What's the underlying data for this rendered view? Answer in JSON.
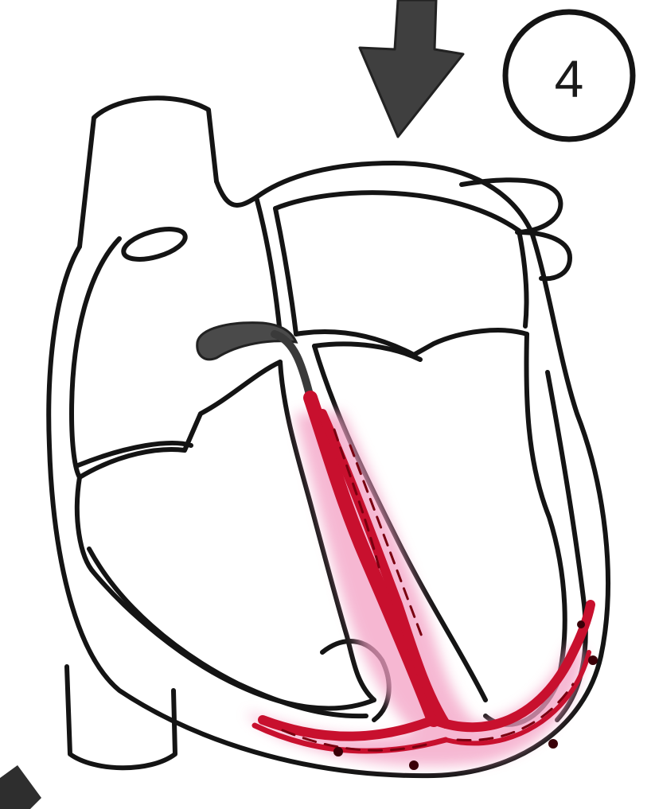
{
  "step_number": "4",
  "colors": {
    "outline": "#141414",
    "arrow": "#3f3f3f",
    "node": "#4a4a4a",
    "conduction": "#c8102e",
    "conduction_glow": "#f3a0c4",
    "background": "#ffffff"
  },
  "icons": [
    "down-arrow-icon",
    "step-number-circle",
    "heart-outline",
    "av-node",
    "bundle-of-his",
    "purkinje-fibers"
  ]
}
